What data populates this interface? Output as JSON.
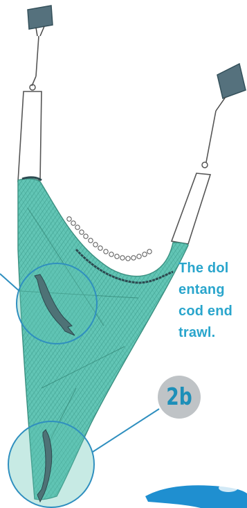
{
  "caption": {
    "lines": [
      "The dol",
      "entang",
      "cod end",
      "trawl."
    ]
  },
  "badge": {
    "label": "2b"
  },
  "colors": {
    "net_fill": "#5ec3b2",
    "net_line": "#3a8f80",
    "caption_text": "#29a5cc",
    "badge_bg": "#bfc3c6",
    "badge_text": "#1d8fb8",
    "callout_ring": "#2f8fbf",
    "dolphin": "#4e7276",
    "float_plate": "#4f6f7a",
    "water": "#1f8fd0"
  }
}
